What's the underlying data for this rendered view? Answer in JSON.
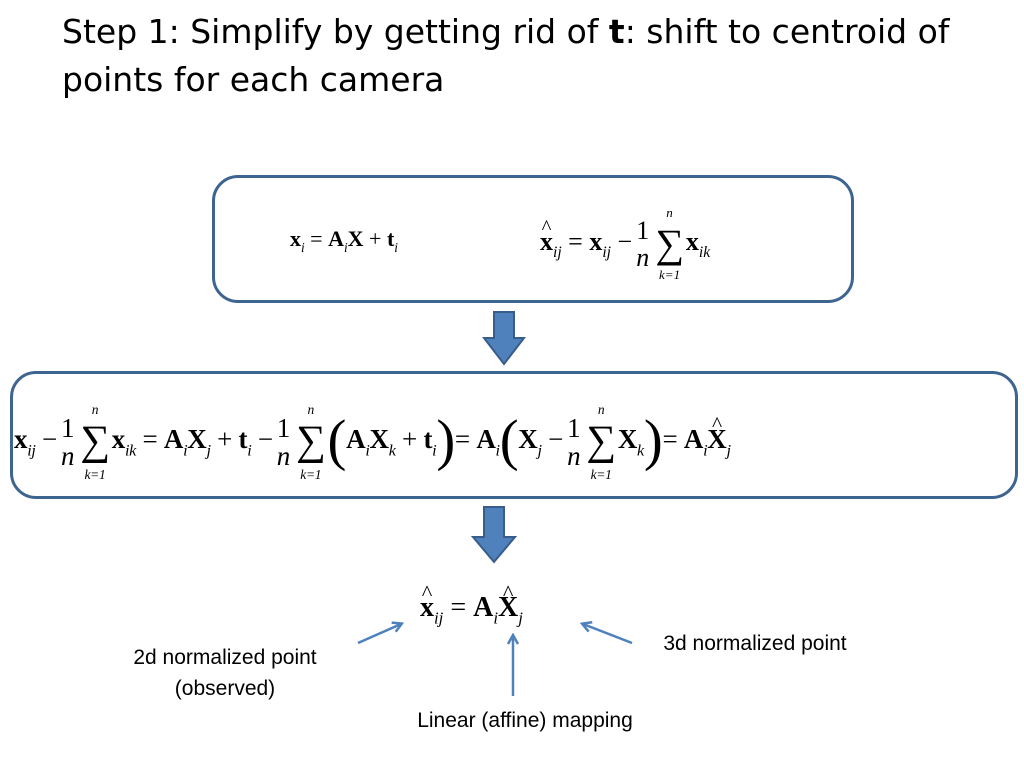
{
  "title": {
    "line1_pre": "Step 1: Simplify by getting rid of ",
    "line1_bold": "t",
    "line1_post": ": shift to centroid of",
    "line2": "points for each camera"
  },
  "equations": {
    "top_left": "x_i = A_i X + t_i",
    "top_right": "x̂_ij = x_ij − (1/n) Σ_{k=1}^{n} x_ik",
    "middle": "x_ij − (1/n) Σ_{k=1}^{n} x_ik = A_i X_j + t_i − (1/n) Σ_{k=1}^{n} (A_i X_k + t_i) = A_i (X_j − (1/n) Σ_{k=1}^{n} X_k) = A_i X̂_j",
    "bottom": "x̂_ij = A_i X̂_j"
  },
  "labels": {
    "left_line1": "2d normalized point",
    "left_line2": "(observed)",
    "right": "3d normalized point",
    "bottom": "Linear (affine) mapping"
  },
  "colors": {
    "box_border": "#3d6590",
    "block_arrow": "#4f81bd",
    "block_arrow_border": "#385d8a",
    "pointer_arrow": "#4f81bd"
  }
}
